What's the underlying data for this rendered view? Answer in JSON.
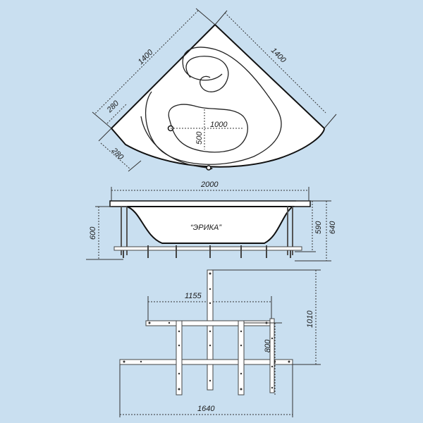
{
  "colors": {
    "background": "#c9dff0",
    "tub_fill": "#ffffff",
    "lines": "#111111"
  },
  "top_view": {
    "side_a": "1400",
    "side_b": "1400",
    "offset_a": "280",
    "offset_b": "280",
    "seat_width": "1000",
    "seat_depth": "500"
  },
  "side_view": {
    "length": "2000",
    "height_left": "600",
    "height_inner": "590",
    "height_total": "640",
    "model_name": "“ЭРИКА”"
  },
  "frame_view": {
    "inner_width": "1155",
    "height": "1010",
    "depth": "800",
    "outer_width": "1640"
  }
}
